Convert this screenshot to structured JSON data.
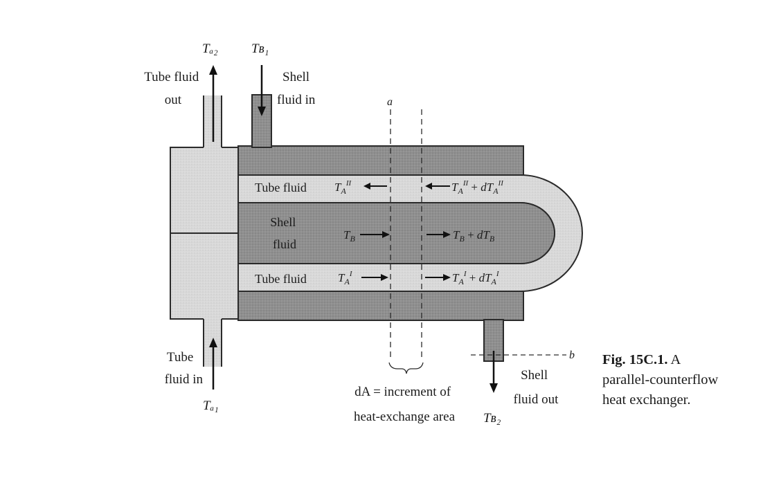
{
  "diagram": {
    "labels": {
      "tube_fluid_out": [
        "Tube fluid",
        "out"
      ],
      "shell_fluid_in": [
        "Shell",
        "fluid in"
      ],
      "tube_fluid_in": [
        "Tube",
        "fluid in"
      ],
      "shell_fluid_out": [
        "Shell",
        "fluid out"
      ],
      "tube_fluid_top": "Tube fluid",
      "tube_fluid_bottom": "Tube fluid",
      "shell_fluid_center": [
        "Shell",
        "fluid"
      ],
      "area_increment": [
        "dA = increment of",
        "heat-exchange area"
      ]
    },
    "symbols": {
      "ta2": "Tₐ₂",
      "tb1": "Tʙ₁",
      "ta1": "Tₐ₁",
      "tb2": "Tʙ₂",
      "section_a": "a",
      "section_b": "b"
    },
    "flow_labels": {
      "top_in": "T_A^II",
      "top_out": "T_A^II + dT_A^II",
      "middle_in": "T_B",
      "middle_out": "T_B + dT_B",
      "bottom_in": "T_A^I",
      "bottom_out": "T_A^I + dT_A^I"
    }
  },
  "caption": {
    "fig_number": "Fig. 15C.1.",
    "text_lines": [
      "A",
      "parallel-counterflow",
      "heat exchanger."
    ]
  }
}
